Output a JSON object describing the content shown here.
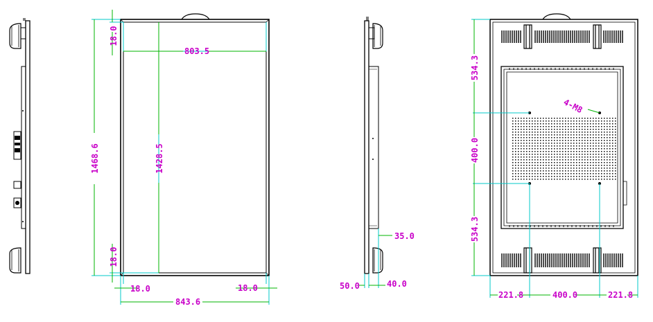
{
  "colors": {
    "outline": "#000000",
    "dimension_text": "#c800c8",
    "dimension_line": "#00b400",
    "extension_line": "#00c8c8"
  },
  "front_view": {
    "inner_width": "803.5",
    "top_border": "18.0",
    "overall_height": "1468.6",
    "inner_height": "1428.5",
    "bottom_border": "18.0",
    "left_border": "18.0",
    "right_border": "18.0",
    "overall_width": "843.6"
  },
  "side_view": {
    "bracket_depth": "35.0",
    "total_depth": "50.0",
    "body_depth": "40.0"
  },
  "back_view": {
    "top_offset": "534.3",
    "vesa_vertical": "400.0",
    "bottom_offset": "534.3",
    "left_offset": "221.8",
    "vesa_horizontal": "400.0",
    "right_offset": "221.8",
    "hole_spec": "4-M8"
  }
}
